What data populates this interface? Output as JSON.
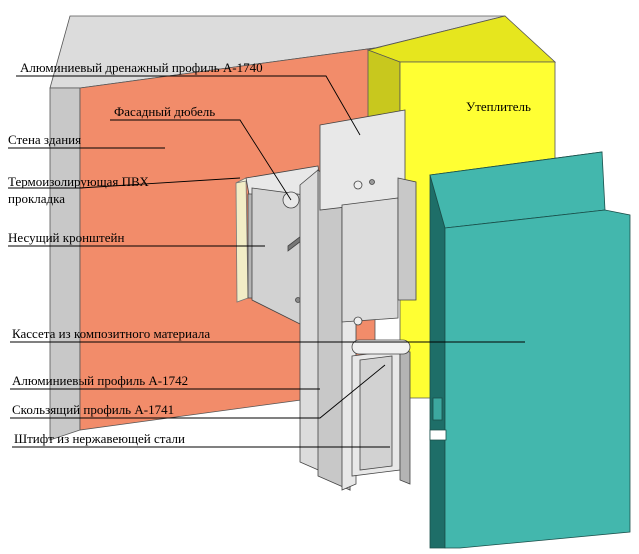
{
  "labels": {
    "drain_profile": "Алюминиевый дренажный профиль А-1740",
    "facade_dowel": "Фасадный дюбель",
    "insulation": "Утеплитель",
    "wall": "Стена здания",
    "pvc_pad_line1": "Термоизолирующая ПВХ",
    "pvc_pad_line2": "прокладка",
    "bracket": "Несущий кронштейн",
    "cassette": "Кассета из композитного материала",
    "profile_1742": "Алюминиевый профиль А-1742",
    "sliding_profile": "Скользящий профиль А-1741",
    "pin": "Штифт из нержавеющей стали"
  },
  "colors": {
    "wall_face": "#F28C6A",
    "wall_side": "#C8C8C8",
    "wall_top": "#DCDCDC",
    "insulation_face": "#FFFF33",
    "insulation_side": "#C8C81E",
    "cassette_face": "#43B7AD",
    "cassette_side": "#1E6E68",
    "pad": "#F2EDC6",
    "metal_light": "#E8E8E8",
    "metal_mid": "#D2D2D2",
    "metal_dark": "#B4B4B4",
    "outline": "#333333"
  }
}
